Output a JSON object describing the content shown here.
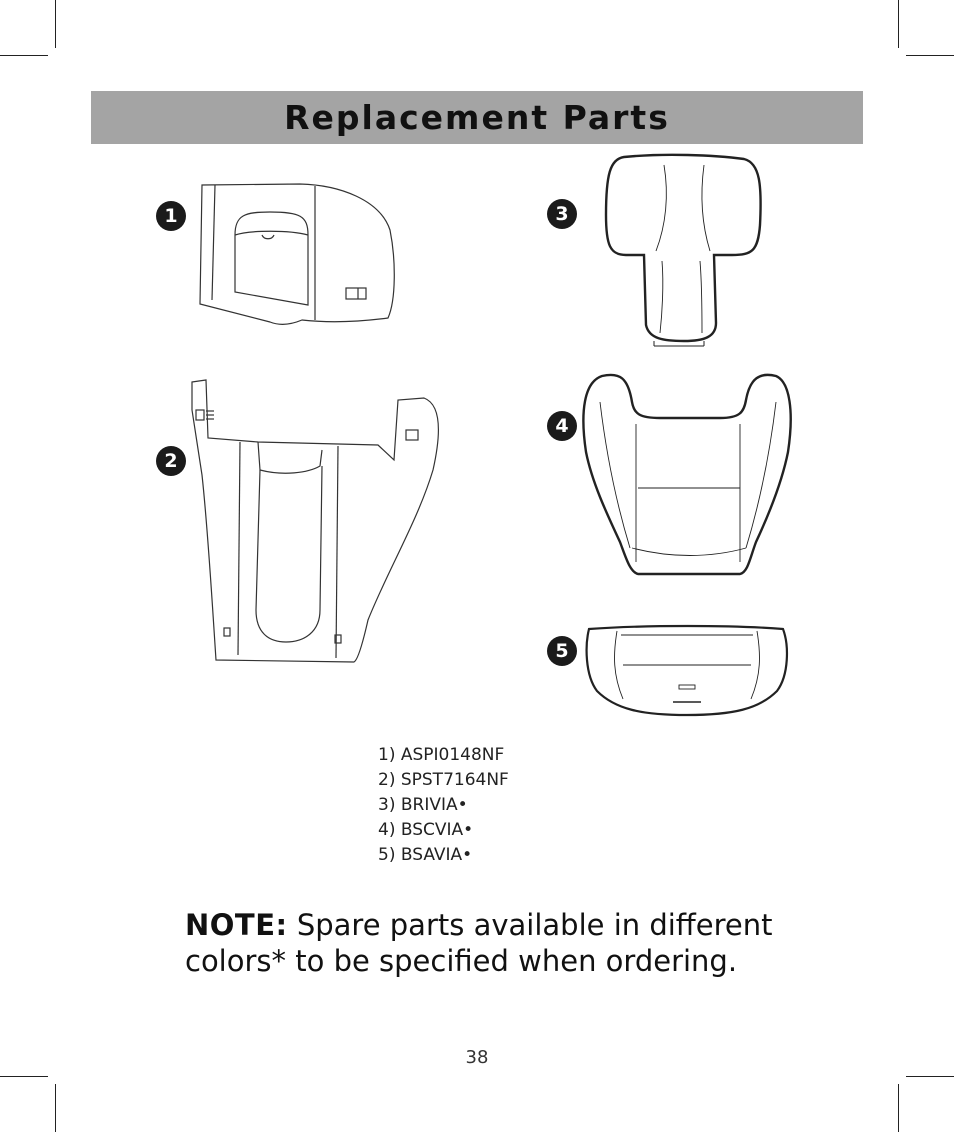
{
  "header": {
    "title": "Replacement Parts"
  },
  "figure": {
    "badges": [
      "1",
      "2",
      "3",
      "4",
      "5"
    ]
  },
  "parts_list": [
    "1) ASPI0148NF",
    "2) SPST7164NF",
    "3) BRIVIA•",
    "4) BSCVIA•",
    "5) BSAVIA•"
  ],
  "note": {
    "label": "NOTE:",
    "text": "Spare parts available in different colors* to be specified when ordering."
  },
  "footer": {
    "page_number": "38"
  }
}
